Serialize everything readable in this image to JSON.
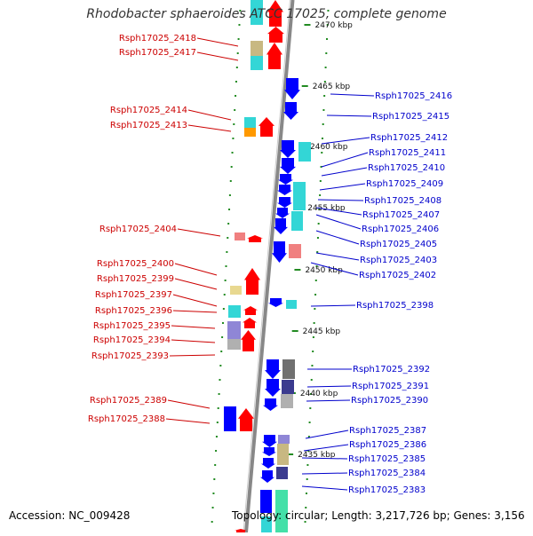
{
  "title": "Rhodobacter sphaeroides ATCC 17025, complete genome",
  "footer": {
    "accession": "Accession: NC_009428",
    "topology": "Topology: circular; Length: 3,217,726 bp; Genes: 3,156"
  },
  "colors": {
    "forward_gene": "#ff0000",
    "reverse_gene": "#0000ff",
    "left_label": "#cc0000",
    "right_label": "#0000cc",
    "backbone": "#888888",
    "tick_mark": "#228b22",
    "cds_cyan": "#33d6d6",
    "cds_orange": "#ff9900",
    "cds_olive": "#c8b882",
    "cds_pink": "#f08080",
    "cds_yellow": "#e8d890",
    "cds_lavender": "#8f86d6",
    "cds_gray": "#b0b0b0",
    "cds_darkgray": "#707070",
    "cds_navy": "#3b3b8f",
    "cds_mint": "#44e0a8"
  },
  "scale_labels": [
    {
      "text": "2470 kbp",
      "kbp": 2470
    },
    {
      "text": "2465 kbp",
      "kbp": 2465
    },
    {
      "text": "2460 kbp",
      "kbp": 2460
    },
    {
      "text": "2455 kbp",
      "kbp": 2455
    },
    {
      "text": "2450 kbp",
      "kbp": 2450
    },
    {
      "text": "2445 kbp",
      "kbp": 2445
    },
    {
      "text": "2440 kbp",
      "kbp": 2440
    },
    {
      "text": "2435 kbp",
      "kbp": 2435
    }
  ],
  "left_labels": [
    "Rsph17025_2418",
    "Rsph17025_2417",
    "Rsph17025_2414",
    "Rsph17025_2413",
    "Rsph17025_2404",
    "Rsph17025_2400",
    "Rsph17025_2399",
    "Rsph17025_2397",
    "Rsph17025_2396",
    "Rsph17025_2395",
    "Rsph17025_2394",
    "Rsph17025_2393",
    "Rsph17025_2389",
    "Rsph17025_2388"
  ],
  "right_labels": [
    "Rsph17025_2416",
    "Rsph17025_2415",
    "Rsph17025_2412",
    "Rsph17025_2411",
    "Rsph17025_2410",
    "Rsph17025_2409",
    "Rsph17025_2408",
    "Rsph17025_2407",
    "Rsph17025_2406",
    "Rsph17025_2405",
    "Rsph17025_2403",
    "Rsph17025_2402",
    "Rsph17025_2398",
    "Rsph17025_2392",
    "Rsph17025_2391",
    "Rsph17025_2390",
    "Rsph17025_2387",
    "Rsph17025_2386",
    "Rsph17025_2385",
    "Rsph17025_2384",
    "Rsph17025_2383"
  ]
}
